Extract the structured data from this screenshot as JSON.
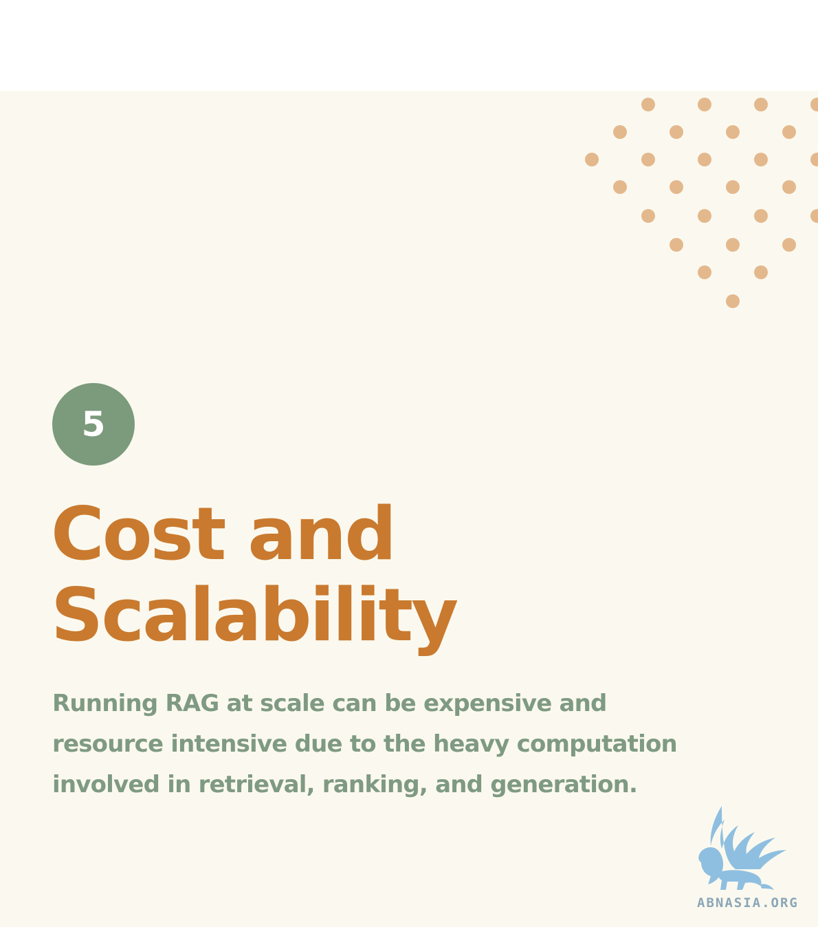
{
  "slide": {
    "number": "5",
    "title_lines": [
      "Cost and",
      "Scalability"
    ],
    "body_lines": [
      "Running RAG at scale can be expensive and",
      "resource intensive due to the heavy computation",
      "involved in retrieval, ranking, and generation."
    ]
  },
  "brand": {
    "logo_text": "ABNASIA.ORG"
  },
  "colors": {
    "background": "#fbf9ef",
    "dot_accent": "#e4b88d",
    "badge": "#7c9a7c",
    "title": "#c97a2f",
    "body": "#7f9a82",
    "logo": "#8fbfe0"
  },
  "icons": {
    "logo": "griffin-logo-icon"
  }
}
